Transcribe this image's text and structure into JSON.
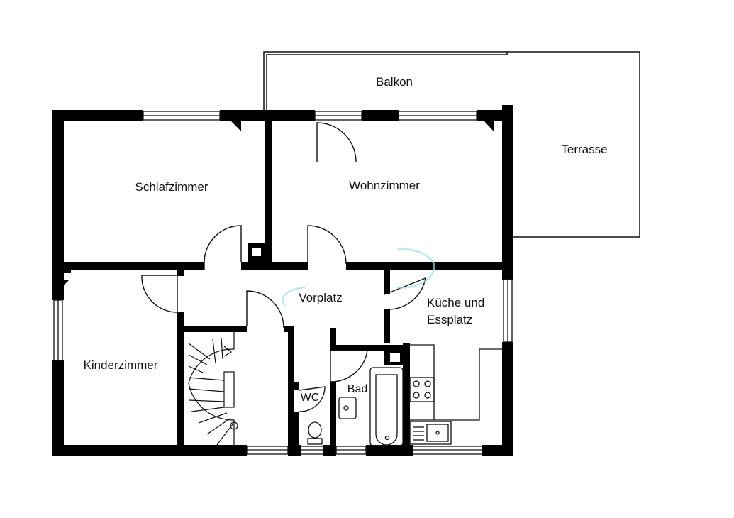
{
  "plan": {
    "rooms": {
      "balkon": "Balkon",
      "terrasse": "Terrasse",
      "schlafzimmer": "Schlafzimmer",
      "wohnzimmer": "Wohnzimmer",
      "vorplatz": "Vorplatz",
      "kueche_line1": "Küche und",
      "kueche_line2": "Essplatz",
      "kinderzimmer": "Kinderzimmer",
      "wc": "WC",
      "bad": "Bad"
    },
    "colors": {
      "wall": "#000000",
      "line": "#111111",
      "watermark": "#9fdce6",
      "background": "#ffffff"
    }
  }
}
